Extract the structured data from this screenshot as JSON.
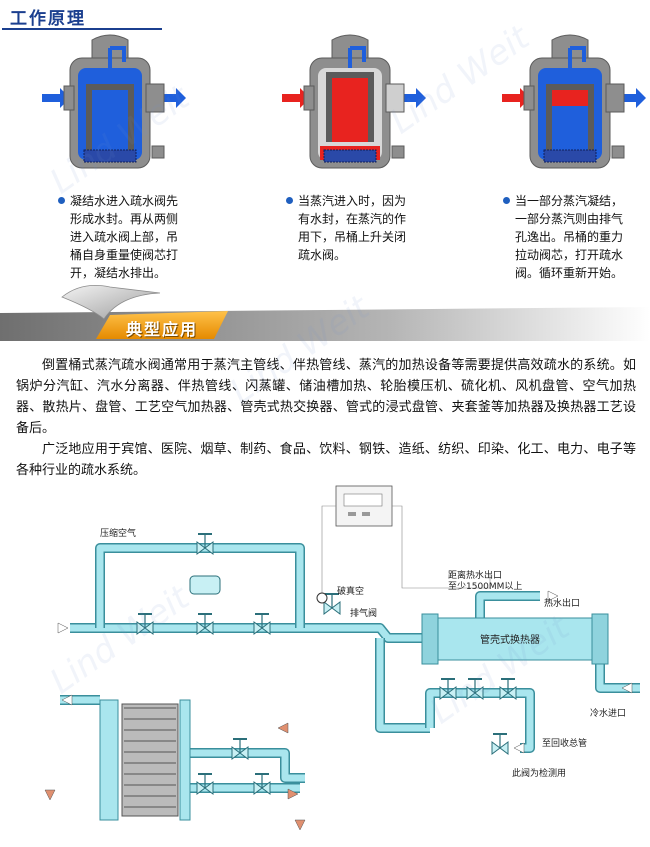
{
  "header": {
    "title": "工作原理"
  },
  "captions": [
    {
      "lines": [
        "凝结水进入疏水阀先",
        "形成水封。再从两侧",
        "进入疏水阀上部，吊",
        "桶自身重量使阀芯打",
        "开，凝结水排出。"
      ]
    },
    {
      "lines": [
        "当蒸汽进入时，因为",
        "有水封，在蒸汽的作",
        "用下，吊桶上升关闭",
        "疏水阀。"
      ]
    },
    {
      "lines": [
        "当一部分蒸汽凝结，",
        "一部分蒸汽则由排气",
        "孔逸出。吊桶的重力",
        "拉动阀芯，打开疏水",
        "阀。循环重新开始。"
      ]
    }
  ],
  "banner": {
    "title": "典型应用"
  },
  "paragraphs": [
    "倒置桶式蒸汽疏水阀通常用于蒸汽主管线、伴热管线、蒸汽的加热设备等需要提供高效疏水的系统。如锅炉分汽缸、汽水分离器、伴热管线、闪蒸罐、储油槽加热、轮胎模压机、硫化机、风机盘管、空气加热器、散热片、盘管、工艺空气加热器、管壳式热交换器、管式的浸式盘管、夹套釜等加热器及换热器工艺设备后。",
    "广泛地应用于宾馆、医院、烟草、制药、食品、饮料、钢铁、造纸、纺织、印染、化工、电力、电子等各种行业的疏水系统。"
  ],
  "diagram": {
    "labels": {
      "compressed_air": "压缩空气",
      "vacuum_breaker": "破真空",
      "vent_valve": "排气阀",
      "height_note_1": "距离热水出口",
      "height_note_2": "至少1500MM以上",
      "hot_water_out": "热水出口",
      "exchanger": "管壳式换热器",
      "cold_water_in": "冷水进口",
      "to_recovery": "至回收总管",
      "test_valve": "此阀为检测用"
    }
  },
  "watermark": "Lind Weit",
  "colors": {
    "water": "#1f5fdc",
    "steam": "#e8231f",
    "pipe": "#a9e6ee",
    "pipe_stroke": "#3a8f9c",
    "title": "#1b3f8f"
  }
}
